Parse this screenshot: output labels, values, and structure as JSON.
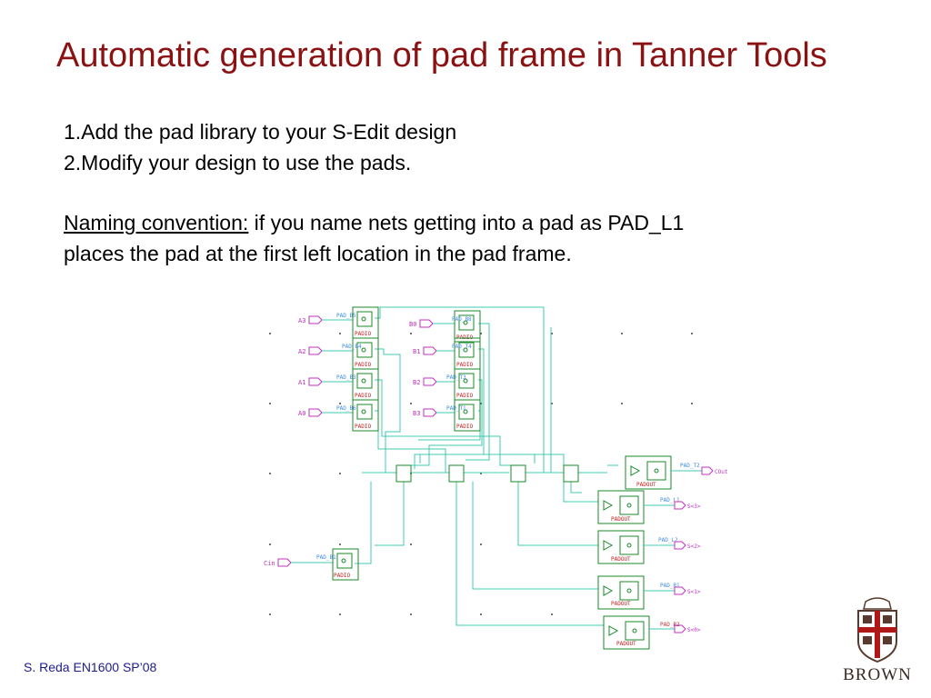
{
  "slide": {
    "title": "Automatic generation of pad frame in Tanner Tools",
    "steps": [
      "1.Add the pad library to your S-Edit design",
      "2.Modify your design to use the pads."
    ],
    "naming_label": "Naming convention:",
    "naming_text": " if you name nets getting into a pad as PAD_L1",
    "naming_text2": "places the pad at the first left location in the pad frame.",
    "footer": "S. Reda EN1600 SP’08",
    "logo_text": "BROWN"
  },
  "schematic": {
    "inputs_left": [
      "A3",
      "A2",
      "A1",
      "A0"
    ],
    "inputs_mid": [
      "B0",
      "B1",
      "B2",
      "B3"
    ],
    "cin_label": "Cin",
    "pad_labels_left": [
      "PAD_B5",
      "PAD_B4",
      "PAD_B3",
      "PAD_B6"
    ],
    "pad_labels_mid": [
      "PAD_B8",
      "PAD_T4",
      "PAD_T3",
      "PAD_T1"
    ],
    "pad_label_cin": "PAD_B1",
    "padio": "PADIO",
    "padout": "PADOUT",
    "out_pad_labels": [
      "PAD_T2",
      "PAD_L1",
      "PAD_L2",
      "PAD_R1",
      "PAD_R2"
    ],
    "outputs": [
      "COut",
      "S<3>",
      "S<2>",
      "S<1>",
      "S<0>"
    ],
    "colors": {
      "wire": "#40c8b4",
      "port": "#c030c0",
      "label": "#3c8cdc",
      "cell": "#c02020",
      "box": "#1a8a2a"
    }
  }
}
